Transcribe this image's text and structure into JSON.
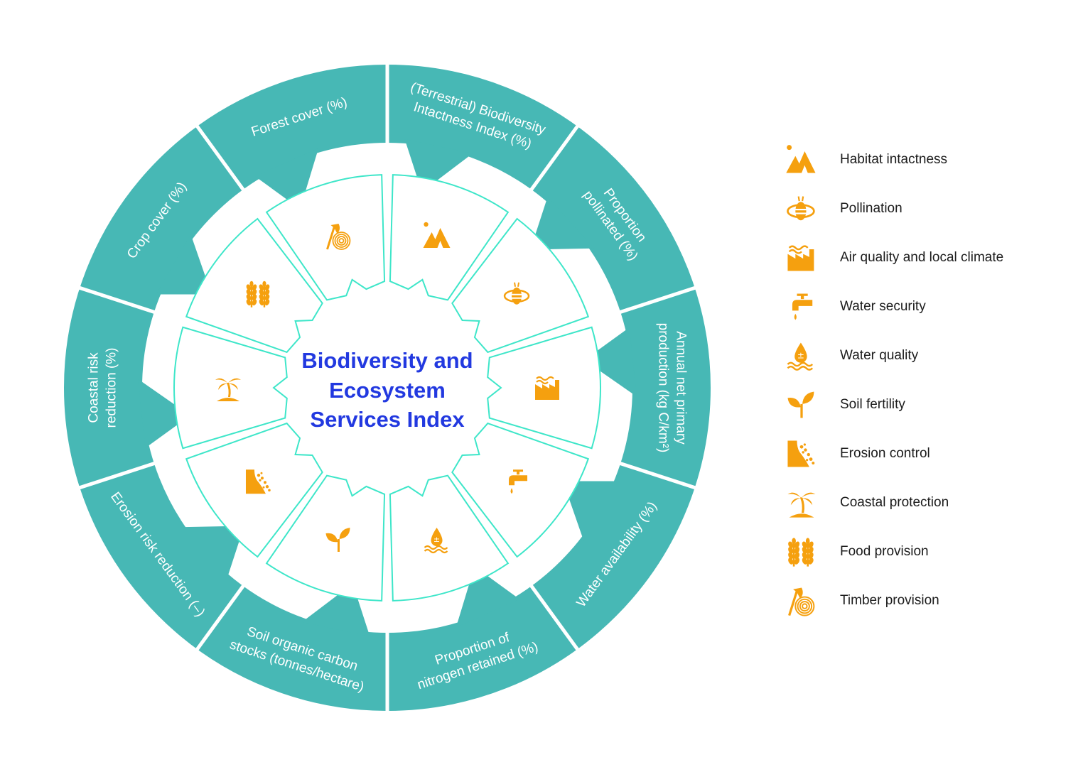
{
  "center_title": [
    "Biodiversity and",
    "Ecosystem",
    "Services Index"
  ],
  "colors": {
    "teal": "#47b8b5",
    "outline": "#3ee6c9",
    "orange": "#f5a00f",
    "title_blue": "#2239e0",
    "text_dark": "#1b1b1b"
  },
  "indicators": [
    {
      "name": "(Terrestrial) Biodiversity Intactness Index",
      "label_lines": [
        "(Terrestrial) Biodiversity",
        "Intactness Index (%)"
      ],
      "service": "habitat",
      "icon": "mountain-icon"
    },
    {
      "name": "Proportion pollinated",
      "label_lines": [
        "Proportion",
        "pollinated (%)"
      ],
      "service": "pollination",
      "icon": "bee-icon"
    },
    {
      "name": "Annual net primary production",
      "label_lines": [
        "Annual net primary",
        "production (kg C/km²)"
      ],
      "service": "air",
      "icon": "factory-icon"
    },
    {
      "name": "Water availability",
      "label_lines": [
        "Water availability (%)"
      ],
      "service": "water-security",
      "icon": "tap-icon"
    },
    {
      "name": "Proportion of nitrogen retained",
      "label_lines": [
        "Proportion of",
        "nitrogen retained (%)"
      ],
      "service": "water-quality",
      "icon": "droplet-icon"
    },
    {
      "name": "Soil organic carbon stocks",
      "label_lines": [
        "Soil organic carbon",
        "stocks (tonnes/hectare)"
      ],
      "service": "soil",
      "icon": "sprout-icon"
    },
    {
      "name": "Erosion risk reduction",
      "label_lines": [
        "Erosion risk reduction (–)"
      ],
      "service": "erosion",
      "icon": "erosion-icon"
    },
    {
      "name": "Coastal risk reduction",
      "label_lines": [
        "Coastal risk",
        "reduction (%)"
      ],
      "service": "coastal",
      "icon": "palm-icon"
    },
    {
      "name": "Crop cover",
      "label_lines": [
        "Crop cover (%)"
      ],
      "service": "food",
      "icon": "wheat-icon"
    },
    {
      "name": "Forest cover",
      "label_lines": [
        "Forest cover (%)"
      ],
      "service": "timber",
      "icon": "axe-icon"
    }
  ],
  "legend": [
    {
      "label": "Habitat intactness",
      "icon": "mountain-icon"
    },
    {
      "label": "Pollination",
      "icon": "bee-icon"
    },
    {
      "label": "Air quality and local climate",
      "icon": "factory-icon"
    },
    {
      "label": "Water security",
      "icon": "tap-icon"
    },
    {
      "label": "Water quality",
      "icon": "droplet-icon"
    },
    {
      "label": "Soil fertility",
      "icon": "sprout-icon"
    },
    {
      "label": "Erosion control",
      "icon": "erosion-icon"
    },
    {
      "label": "Coastal protection",
      "icon": "palm-icon"
    },
    {
      "label": "Food provision",
      "icon": "wheat-icon"
    },
    {
      "label": "Timber provision",
      "icon": "axe-icon"
    }
  ]
}
